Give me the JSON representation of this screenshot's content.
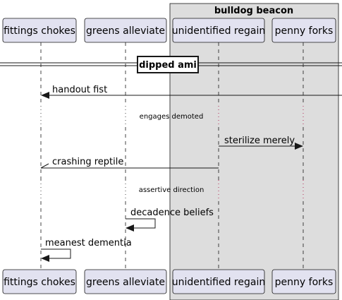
{
  "colors": {
    "participant_fill": "#e2e2f0",
    "participant_stroke": "#181818",
    "box_fill": "#dddddd",
    "lifeline": "#181818",
    "delay_dots": "#a80036",
    "background": "#ffffff"
  },
  "group": {
    "title": "bulldog beacon"
  },
  "participants": [
    {
      "id": "fittings",
      "label": "fittings chokes"
    },
    {
      "id": "greens",
      "label": "greens alleviate"
    },
    {
      "id": "unidentified",
      "label": "unidentified regain"
    },
    {
      "id": "penny",
      "label": "penny forks"
    }
  ],
  "divider": {
    "label": "dipped ami"
  },
  "messages": [
    {
      "label": "handout fist",
      "from": "edge",
      "to": "fittings",
      "arrow": "solid"
    },
    {
      "label": "sterilize merely",
      "from": "unidentified",
      "to": "penny",
      "arrow": "solid"
    },
    {
      "label": "crashing reptile",
      "from": "unidentified",
      "to": "fittings",
      "arrow": "half"
    },
    {
      "label": "decadence beliefs",
      "from": "greens",
      "to": "greens",
      "arrow": "self"
    },
    {
      "label": "meanest dementia",
      "from": "fittings",
      "to": "fittings",
      "arrow": "self"
    }
  ],
  "delays": [
    {
      "label": "engages demoted"
    },
    {
      "label": "assertive direction"
    }
  ]
}
